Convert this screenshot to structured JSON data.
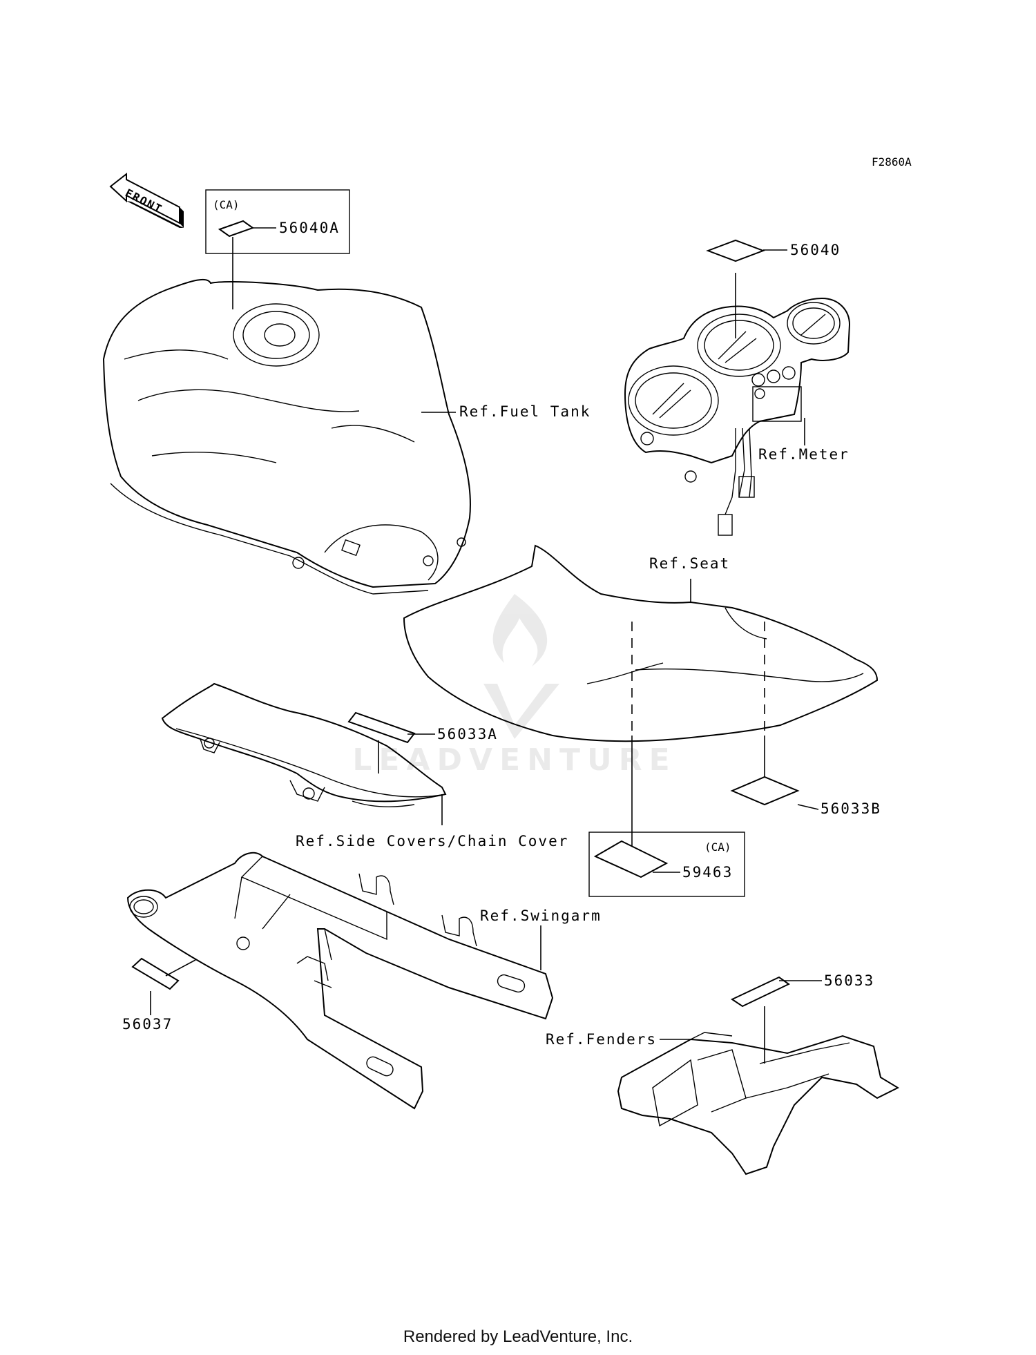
{
  "diagram_code": "F2860A",
  "front_arrow_label": "FRONT",
  "parts": {
    "p56040A": "56040A",
    "p56040": "56040",
    "p56033A": "56033A",
    "p56033B": "56033B",
    "p59463": "59463",
    "p56037": "56037",
    "p56033": "56033"
  },
  "refs": {
    "fuel_tank": "Ref.Fuel Tank",
    "meter": "Ref.Meter",
    "seat": "Ref.Seat",
    "side_covers": "Ref.Side Covers/Chain Cover",
    "swingarm": "Ref.Swingarm",
    "fenders": "Ref.Fenders"
  },
  "region_tags": {
    "ca_top": "(CA)",
    "ca_bottom": "(CA)"
  },
  "watermark": "LEADVENTURE",
  "footer": "Rendered by LeadVenture, Inc."
}
